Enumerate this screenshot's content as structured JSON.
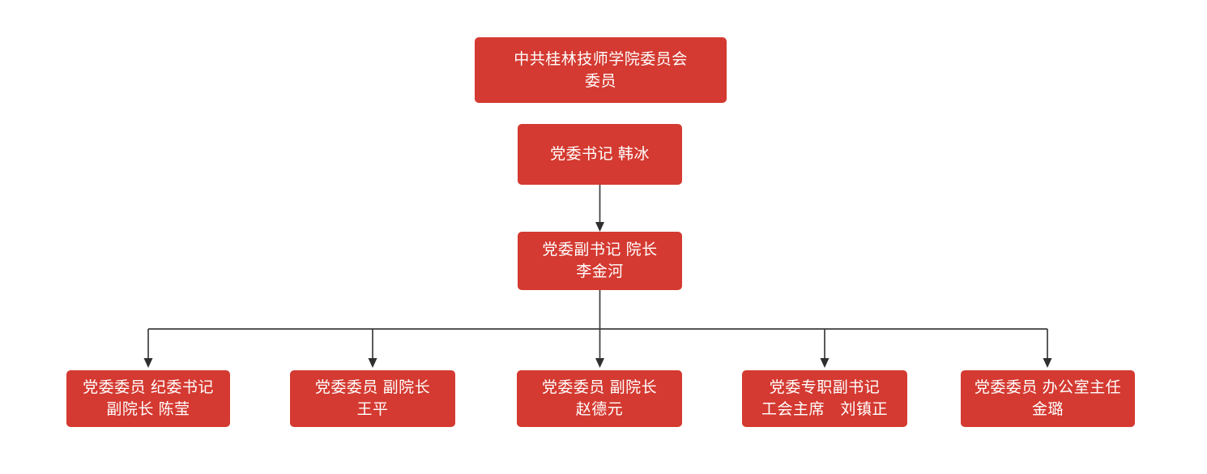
{
  "page": {
    "background_color": "#ffffff"
  },
  "diagram": {
    "type": "org-chart",
    "node_fill_color": "#d43a31",
    "node_text_color": "#ffffff",
    "connector_color": "#3d3d3d",
    "nodes": {
      "committee": {
        "lines": [
          "中共桂林技师学院委员会",
          "委员"
        ]
      },
      "secretary": {
        "lines": [
          "党委书记 韩冰"
        ]
      },
      "deputy_secretary": {
        "lines": [
          "党委副书记 院长",
          "李金河"
        ]
      },
      "member_1": {
        "lines": [
          "党委委员 纪委书记",
          "副院长 陈莹"
        ]
      },
      "member_2": {
        "lines": [
          "党委委员 副院长",
          "王平"
        ]
      },
      "member_3": {
        "lines": [
          "党委委员 副院长",
          "赵德元"
        ]
      },
      "member_4": {
        "lines": [
          "党委专职副书记",
          "工会主席　刘镇正"
        ]
      },
      "member_5": {
        "lines": [
          "党委委员 办公室主任",
          "金璐"
        ]
      }
    },
    "edges": [
      {
        "from": "secretary",
        "to": "deputy_secretary",
        "arrow": true
      },
      {
        "from": "deputy_secretary",
        "to": "member_1",
        "arrow": true
      },
      {
        "from": "deputy_secretary",
        "to": "member_2",
        "arrow": true
      },
      {
        "from": "deputy_secretary",
        "to": "member_3",
        "arrow": true
      },
      {
        "from": "deputy_secretary",
        "to": "member_4",
        "arrow": true
      },
      {
        "from": "deputy_secretary",
        "to": "member_5",
        "arrow": true
      }
    ]
  }
}
